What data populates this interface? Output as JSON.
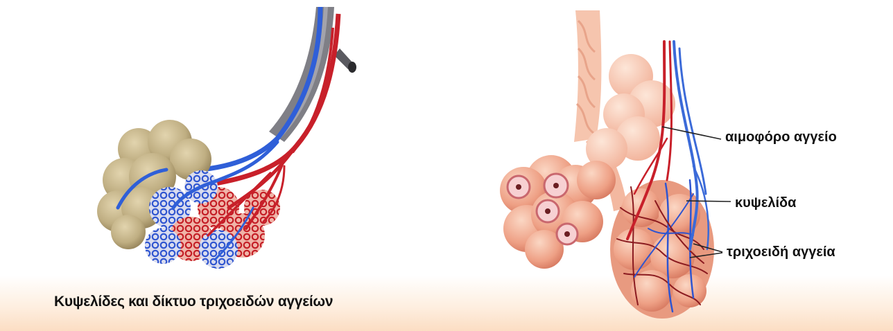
{
  "left_caption": "Κυψελίδες και δίκτυο τριχοειδών αγγείων",
  "labels": {
    "blood_vessel": "αιμοφόρο αγγείο",
    "alveolus": "κυψελίδα",
    "capillaries": "τριχοειδή αγγεία"
  },
  "colors": {
    "artery_red": "#c8202a",
    "vein_blue": "#2f5fd8",
    "alveolus_tan": "#cbb98e",
    "alveolus_pink": "#f0a08a",
    "background_glow": "#fbd8b8"
  }
}
